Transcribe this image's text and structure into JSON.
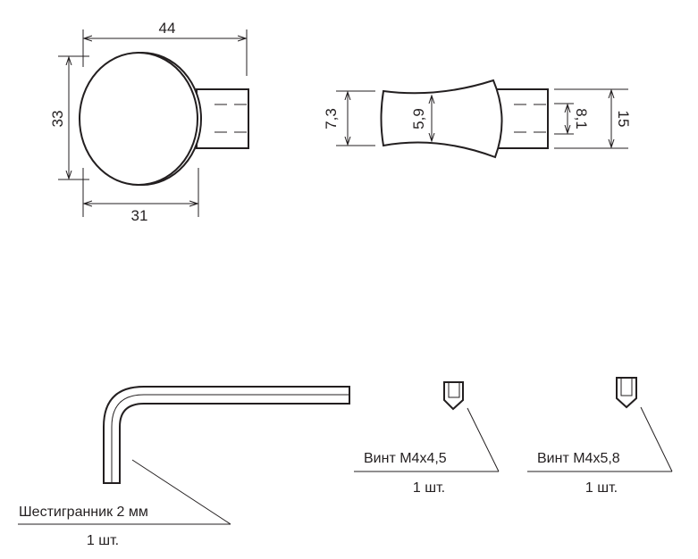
{
  "front_view": {
    "width_total": "44",
    "height": "33",
    "diameter": "31"
  },
  "side_view": {
    "end_height": "7,3",
    "waist_height": "5,9",
    "hole_size": "8,1",
    "stem_height": "15"
  },
  "parts": [
    {
      "name": "Шестигранник 2 мм",
      "qty": "1 шт."
    },
    {
      "name": "Винт М4x4,5",
      "qty": "1 шт."
    },
    {
      "name": "Винт М4x5,8",
      "qty": "1 шт."
    }
  ],
  "colors": {
    "line": "#231f20"
  }
}
